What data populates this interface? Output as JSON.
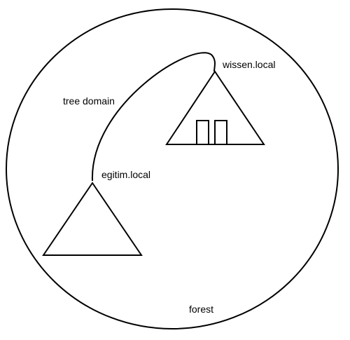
{
  "diagram": {
    "forest_label": "forest",
    "tree_label": "tree domain",
    "root_domain_label": "egitim.local",
    "child_domain_label": "wissen.local"
  },
  "colors": {
    "stroke": "#000000",
    "background": "#ffffff"
  }
}
